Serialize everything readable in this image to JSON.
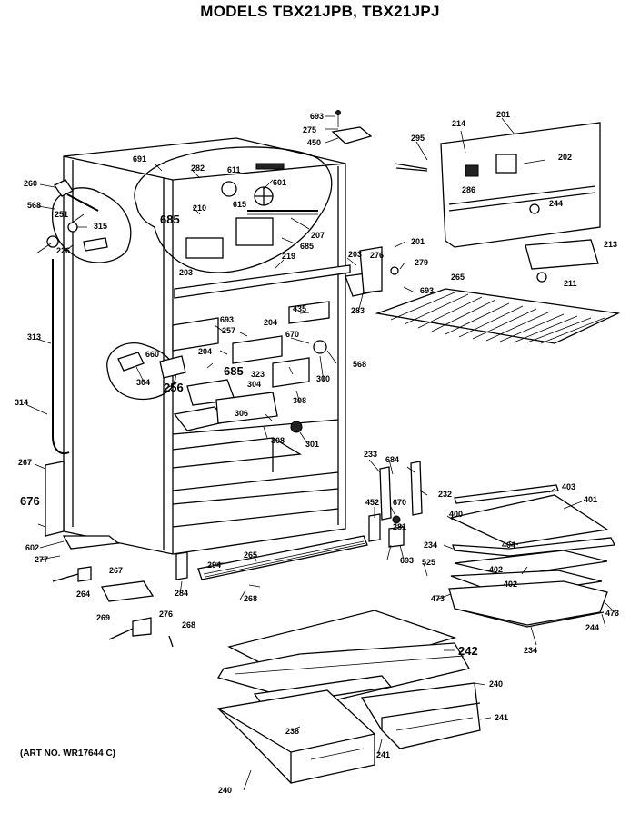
{
  "header": {
    "title": "MODELS TBX21JPB, TBX21JPJ"
  },
  "footer": {
    "art_no": "(ART NO. WR17644 C)"
  },
  "callouts": [
    "693",
    "275",
    "450",
    "295",
    "214",
    "201",
    "691",
    "282",
    "611",
    "260",
    "568",
    "251",
    "315",
    "202",
    "286",
    "244",
    "685",
    "210",
    "615",
    "601",
    "207",
    "226",
    "203",
    "201",
    "276",
    "279",
    "265",
    "685",
    "219",
    "213",
    "211",
    "693",
    "283",
    "203",
    "435",
    "204",
    "693",
    "257",
    "670",
    "313",
    "685",
    "304",
    "568",
    "660",
    "204",
    "323",
    "300",
    "304",
    "256",
    "308",
    "314",
    "306",
    "308",
    "301",
    "267",
    "233",
    "684",
    "232",
    "403",
    "676",
    "452",
    "670",
    "401",
    "400",
    "281",
    "404",
    "602",
    "277",
    "234",
    "265",
    "693",
    "402",
    "267",
    "264",
    "294",
    "525",
    "402",
    "473",
    "284",
    "268",
    "473",
    "276",
    "234",
    "244",
    "242",
    "269",
    "268",
    "240",
    "238",
    "241",
    "241",
    "240"
  ]
}
